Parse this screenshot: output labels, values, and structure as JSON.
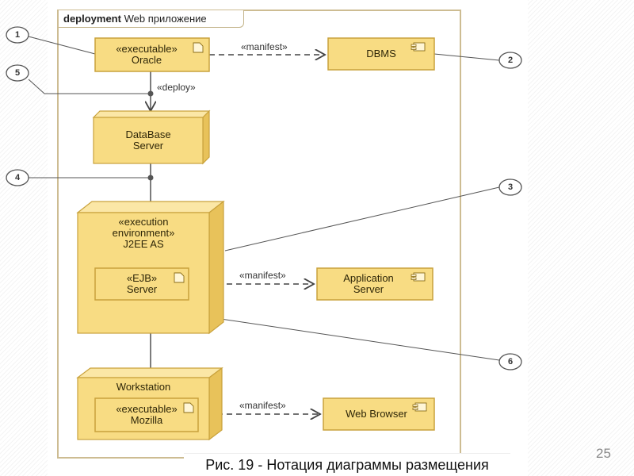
{
  "frame": {
    "keyword": "deployment",
    "title": "Web приложение"
  },
  "nodes": {
    "oracle": {
      "stereotype": "«executable»",
      "name": "Oracle"
    },
    "dbms": {
      "name": "DBMS"
    },
    "db_server": {
      "name": "DataBase\nServer"
    },
    "j2ee": {
      "stereotype": "«execution\nenvironment»",
      "name": "J2EE AS"
    },
    "ejb": {
      "stereotype": "«EJB»",
      "name": "Server"
    },
    "app_server": {
      "name": "Application\nServer"
    },
    "workstation": {
      "name": "Workstation"
    },
    "mozilla": {
      "stereotype": "«executable»",
      "name": "Mozilla"
    },
    "web_browser": {
      "name": "Web Browser"
    }
  },
  "relations": {
    "manifest1": "«manifest»",
    "manifest2": "«manifest»",
    "manifest3": "«manifest»",
    "deploy": "«deploy»"
  },
  "callouts": [
    "1",
    "2",
    "3",
    "4",
    "5",
    "6"
  ],
  "caption": "Рис. 19 - Нотация диаграммы размещения",
  "page_number": "25",
  "colors": {
    "node_fill": "#f8dc83",
    "node_side": "#e8c25a",
    "node_stroke": "#c9a23c",
    "frame": "#cdbc92",
    "line": "#444444"
  }
}
